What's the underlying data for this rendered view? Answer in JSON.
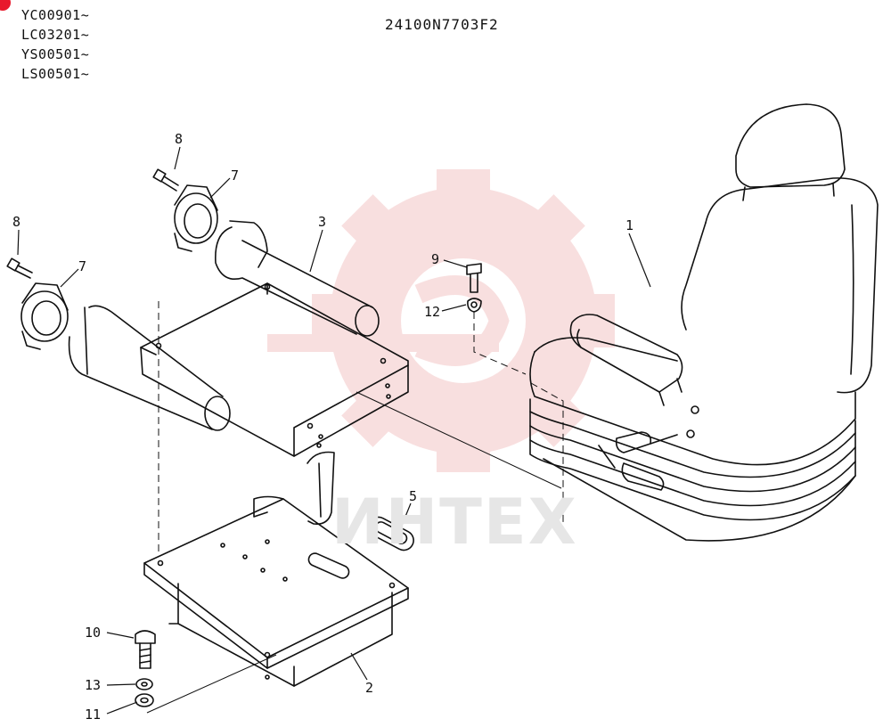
{
  "header": {
    "serials": [
      "YC00901~",
      "LC03201~",
      "YS00501~",
      "LS00501~"
    ],
    "drawing_code": "24100N7703F2"
  },
  "watermark": {
    "text": "ИНТЕX"
  },
  "callouts": {
    "c1": "1",
    "c2": "2",
    "c3": "3",
    "c5": "5",
    "c7a": "7",
    "c7b": "7",
    "c8a": "8",
    "c8b": "8",
    "c9": "9",
    "c10": "10",
    "c11": "11",
    "c12": "12",
    "c13": "13"
  },
  "colors": {
    "ink": "#111111",
    "watermark": "#f4c6c6",
    "accent": "#e8192c"
  }
}
